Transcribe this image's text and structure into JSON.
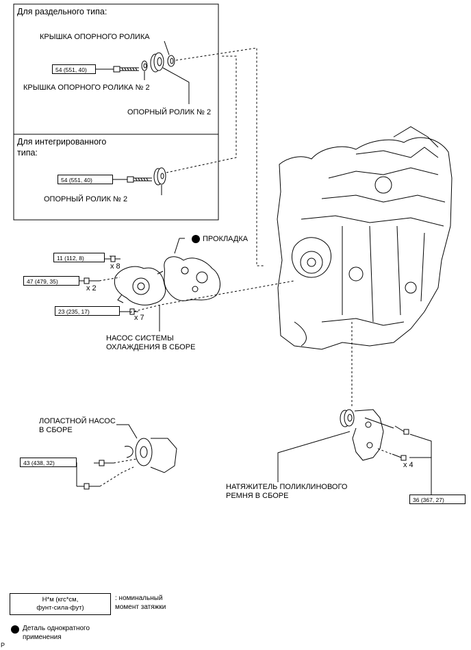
{
  "sections": {
    "separate_type": "Для раздельного типа:",
    "integrated_type_1": "Для интегрированного",
    "integrated_type_2": "типа:"
  },
  "labels": {
    "idler_cover": "КРЫШКА ОПОРНОГО РОЛИКА",
    "idler_cover_2": "КРЫШКА ОПОРНОГО РОЛИКА № 2",
    "idler_2_a": "ОПОРНЫЙ РОЛИК № 2",
    "idler_2_b": "ОПОРНЫЙ РОЛИК № 2",
    "gasket": "ПРОКЛАДКА",
    "water_pump_1": "НАСОС СИСТЕМЫ",
    "water_pump_2": "ОХЛАЖДЕНИЯ В СБОРЕ",
    "vane_pump_1": "ЛОПАСТНОЙ НАСОС",
    "vane_pump_2": "В СБОРЕ",
    "tensioner_1": "НАТЯЖИТЕЛЬ ПОЛИКЛИНОВОГО",
    "tensioner_2": "РЕМНЯ В СБОРЕ"
  },
  "torque": {
    "t54a": "54 (551, 40)",
    "t54b": "54 (551, 40)",
    "t11": "11 (112, 8)",
    "t47": "47 (479, 35)",
    "t23": "23 (235, 17)",
    "t43": "43 (438, 32)",
    "t36": "36 (367, 27)"
  },
  "counts": {
    "x8": "x 8",
    "x2": "x 2",
    "x7": "x 7",
    "x4": "x 4"
  },
  "legend": {
    "unit_1": "Н*м (кгс*см,",
    "unit_2": "фунт-сила-фут)",
    "unit_desc_1": ": номинальный",
    "unit_desc_2": "момент затяжки",
    "single_use_1": "Деталь однократного",
    "single_use_2": "применения"
  },
  "corner_mark": "P"
}
